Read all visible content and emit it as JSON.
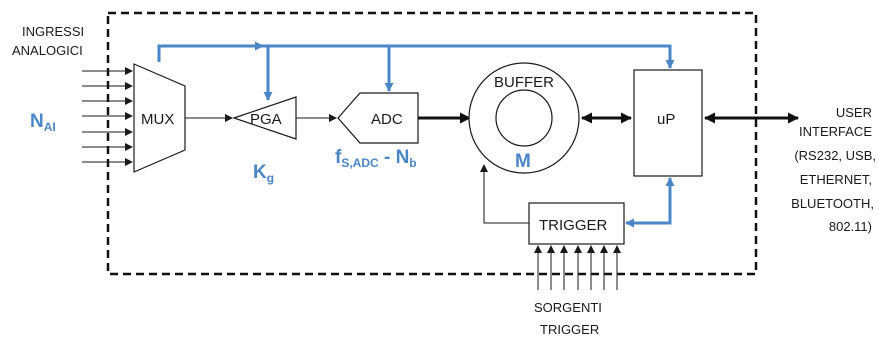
{
  "inputs": {
    "line1": "INGRESSI",
    "line2": "ANALOGICI"
  },
  "blocks": {
    "mux": "MUX",
    "pga": "PGA",
    "adc": "ADC",
    "buffer": "BUFFER",
    "up": "uP",
    "trigger": "TRIGGER"
  },
  "params": {
    "n_ai": {
      "main": "N",
      "sub": "AI"
    },
    "kg": {
      "main": "K",
      "sub": "g"
    },
    "fs_adc": {
      "main": "f",
      "sub": "S,ADC",
      "sep": " - "
    },
    "nb": {
      "main": "N",
      "sub": "b"
    },
    "m": "M"
  },
  "user_interface": [
    "USER",
    "INTERFACE",
    "(RS232, USB,",
    "ETHERNET,",
    "BLUETOOTH,",
    "802.11)"
  ],
  "trigger_sources": {
    "line1": "SORGENTI",
    "line2": "TRIGGER"
  },
  "colors": {
    "control_bus": "#4a86c8",
    "line": "#1a1a1a"
  }
}
